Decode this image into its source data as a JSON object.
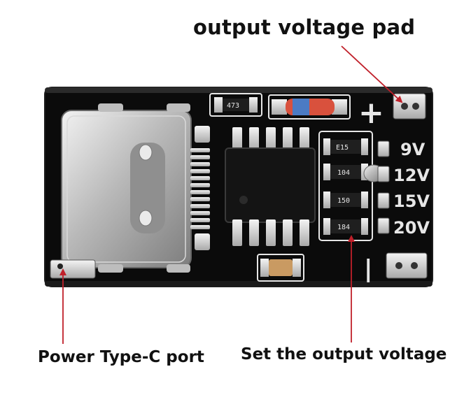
{
  "annotations": {
    "title": "output voltage pad",
    "port": "Power Type-C port",
    "set_voltage": "Set the output voltage"
  },
  "board": {
    "resistor_top": "473",
    "resistor_codes": [
      "E15",
      "104",
      "150",
      "184"
    ],
    "voltage_options": [
      "9V",
      "12V",
      "15V",
      "20V"
    ],
    "plus_symbol": "+",
    "minus_symbol": "|"
  },
  "colors": {
    "pcb": "#0b0b0b",
    "silkscreen": "#e6e6e6",
    "arrow": "#c0202a"
  }
}
